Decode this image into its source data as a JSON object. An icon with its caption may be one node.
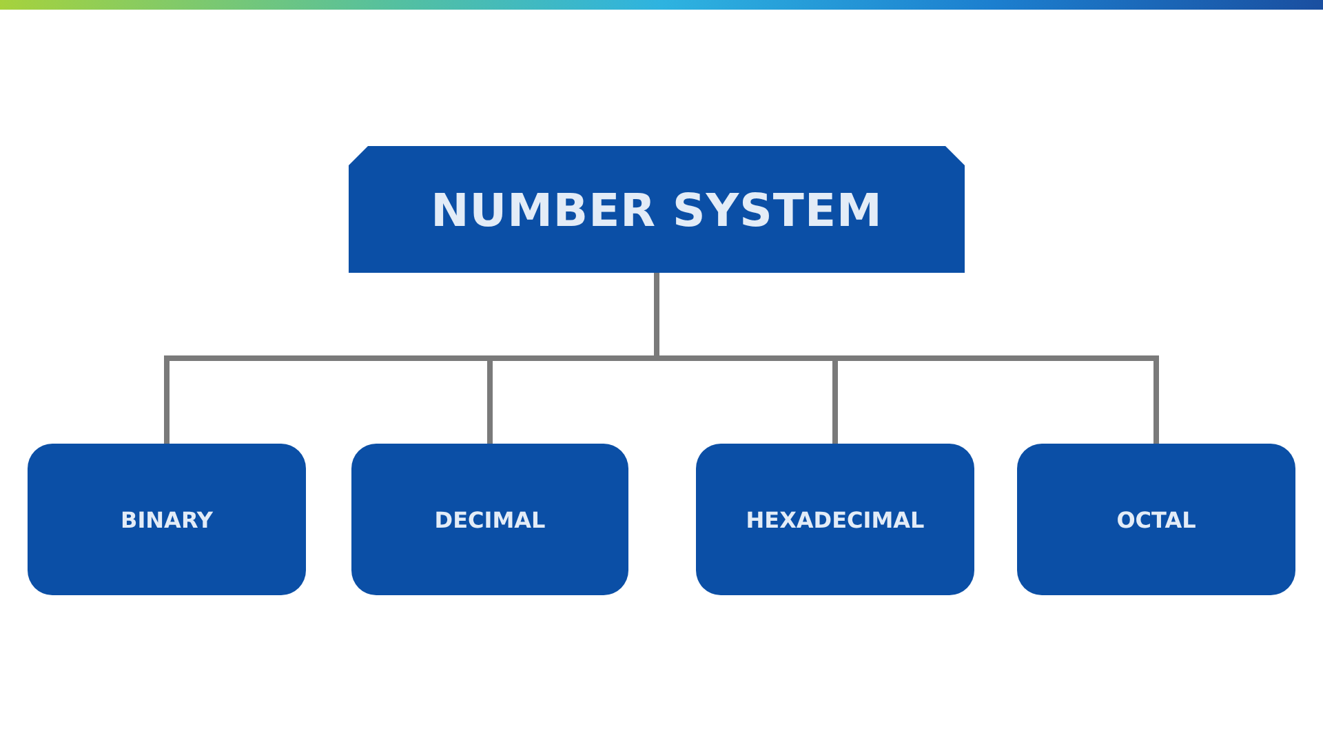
{
  "diagram": {
    "nodes": [
      {
        "text": [
          "NUMBER SYSTEM"
        ]
      },
      {
        "text": [
          "BINARY"
        ]
      },
      {
        "text": [
          "DECIMAL"
        ]
      },
      {
        "text": [
          "HEXADECIMAL"
        ]
      },
      {
        "text": [
          "OCTAL"
        ]
      }
    ],
    "edges": [
      {
        "from": 0,
        "to": 1,
        "arrow": "none"
      },
      {
        "from": 0,
        "to": 2,
        "arrow": "none"
      },
      {
        "from": 0,
        "to": 3,
        "arrow": "none"
      },
      {
        "from": 0,
        "to": 4,
        "arrow": "none"
      }
    ]
  }
}
